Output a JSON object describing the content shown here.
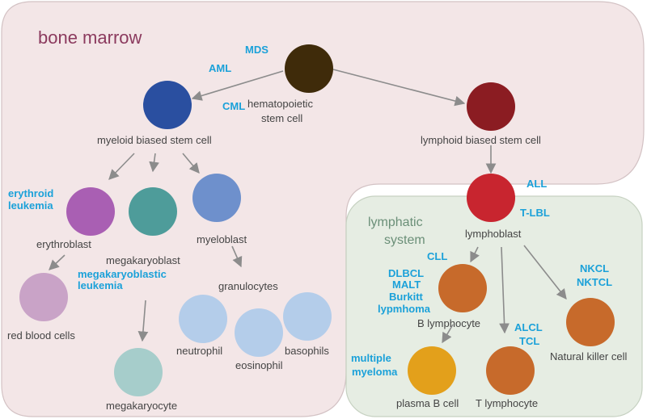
{
  "regions": {
    "bone_marrow": {
      "title": "bone marrow",
      "fill": "#f3e6e7",
      "stroke": "#d3c2c4",
      "title_color": "#8b3a5e"
    },
    "lymphatic": {
      "title_line1": "lymphatic",
      "title_line2": "system",
      "fill": "#e6ede3",
      "stroke": "#c6d1c1",
      "title_color": "#6b8f78"
    }
  },
  "cells": {
    "hsc": {
      "label1": "hematopoietic",
      "label2": "stem cell",
      "color": "#3f2b0a"
    },
    "myeloid": {
      "label": "myeloid biased stem cell",
      "color": "#2a4fa0"
    },
    "lymphoid": {
      "label": "lymphoid biased stem cell",
      "color": "#8b1c22"
    },
    "erythroblast": {
      "label": "erythroblast",
      "color": "#a95fb3"
    },
    "megakaryoblast": {
      "label": "megakaryoblast",
      "color": "#4e9c9a"
    },
    "myeloblast": {
      "label": "myeloblast",
      "color": "#6e90cc"
    },
    "rbc": {
      "label": "red blood cells",
      "color": "#c9a3c7"
    },
    "megakaryocyte": {
      "label": "megakaryocyte",
      "color": "#a6cdcb"
    },
    "granulocytes": {
      "label": "granulocytes"
    },
    "neutrophil": {
      "label": "neutrophil",
      "color": "#b4cdea"
    },
    "eosinophil": {
      "label": "eosinophil",
      "color": "#b4cdea"
    },
    "basophils": {
      "label": "basophils",
      "color": "#b4cdea"
    },
    "lymphoblast": {
      "label": "lymphoblast",
      "color": "#c8252f"
    },
    "b_lymphocyte": {
      "label": "B lymphocyte",
      "color": "#c76a2b"
    },
    "plasma_b": {
      "label": "plasma B cell",
      "color": "#e3a01b"
    },
    "t_lymphocyte": {
      "label": "T lymphocyte",
      "color": "#c76a2b"
    },
    "nk": {
      "label": "Natural killer cell",
      "color": "#c76a2b"
    }
  },
  "diseases": {
    "mds": "MDS",
    "aml": "AML",
    "cml": "CML",
    "erythroid_1": "erythroid",
    "erythroid_2": "leukemia",
    "megakaryoblastic_1": "megakaryoblastic",
    "megakaryoblastic_2": "leukemia",
    "all": "ALL",
    "tlbl": "T-LBL",
    "cll": "CLL",
    "dlbcl": "DLBCL",
    "malt": "MALT",
    "burkitt": "Burkitt",
    "lypmhoma": "lypmhoma",
    "multiple": "multiple",
    "myeloma": "myeloma",
    "alcl": "ALCL",
    "tcl": "TCL",
    "nkcl": "NKCL",
    "nktcl": "NKTCL"
  }
}
